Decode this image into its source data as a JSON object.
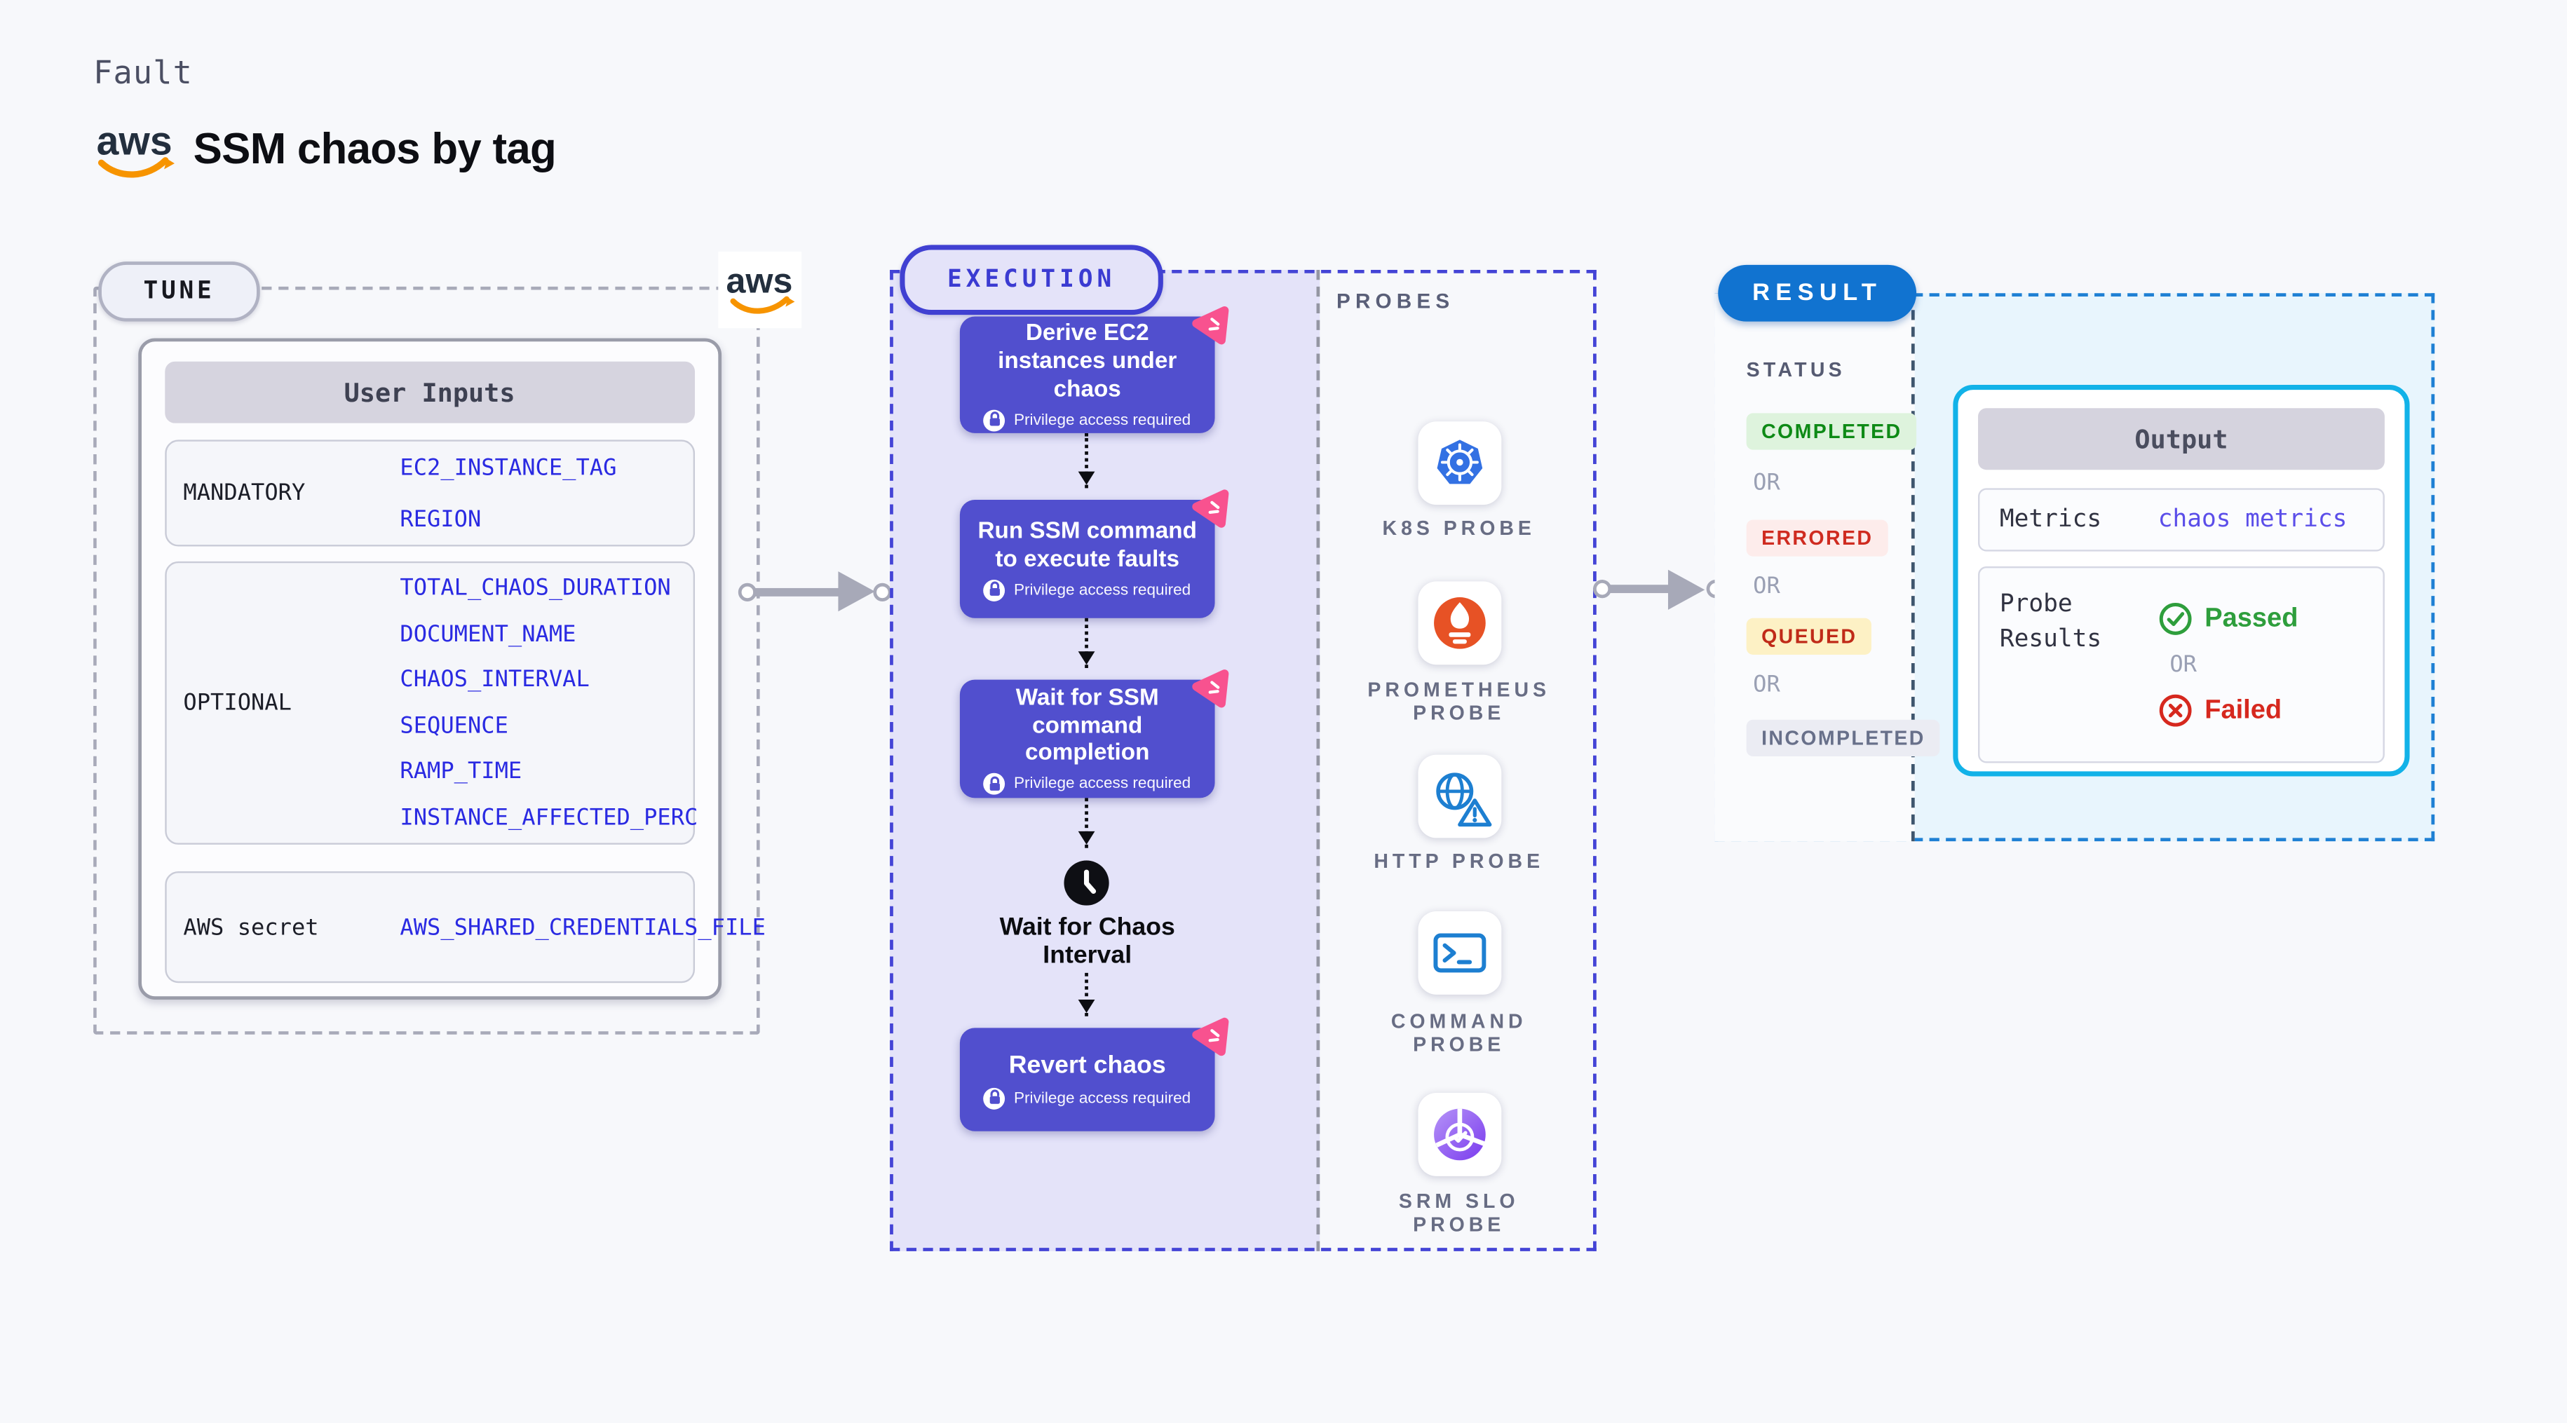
{
  "page": {
    "fault_label": "Fault",
    "title": "SSM chaos by tag"
  },
  "aws_logo": {
    "text": "aws"
  },
  "tune": {
    "label": "TUNE",
    "user_inputs_title": "User Inputs",
    "rows": [
      {
        "label": "MANDATORY",
        "values": [
          "EC2_INSTANCE_TAG",
          "REGION"
        ]
      },
      {
        "label": "OPTIONAL",
        "values": [
          "TOTAL_CHAOS_DURATION",
          "DOCUMENT_NAME",
          "CHAOS_INTERVAL",
          "SEQUENCE",
          "RAMP_TIME",
          "INSTANCE_AFFECTED_PERC"
        ]
      },
      {
        "label": "AWS secret",
        "values": [
          "AWS_SHARED_CREDENTIALS_FILE"
        ]
      }
    ]
  },
  "execution": {
    "label": "EXECUTION",
    "privilege_note": "Privilege access required",
    "steps": [
      "Derive EC2 instances under chaos",
      "Run SSM command to execute faults",
      "Wait for SSM command completion"
    ],
    "wait_step": "Wait for Chaos Interval",
    "revert_step": "Revert chaos"
  },
  "probes": {
    "label": "PROBES",
    "items": [
      {
        "name": "k8s-probe",
        "lines": [
          "K8S PROBE"
        ]
      },
      {
        "name": "prometheus-probe",
        "lines": [
          "PROMETHEUS",
          "PROBE"
        ]
      },
      {
        "name": "http-probe",
        "lines": [
          "HTTP PROBE"
        ]
      },
      {
        "name": "command-probe",
        "lines": [
          "COMMAND",
          "PROBE"
        ]
      },
      {
        "name": "srm-slo-probe",
        "lines": [
          "SRM SLO",
          "PROBE"
        ]
      }
    ]
  },
  "result": {
    "label": "RESULT",
    "status_label": "STATUS",
    "or_label": "OR",
    "statuses": [
      {
        "label": "COMPLETED",
        "fg": "#0e8a16",
        "bg": "#def3dd"
      },
      {
        "label": "ERRORED",
        "fg": "#cf2b20",
        "bg": "#fdeceb"
      },
      {
        "label": "QUEUED",
        "fg": "#c02a18",
        "bg": "#fdf1c5"
      },
      {
        "label": "INCOMPLETED",
        "fg": "#68708a",
        "bg": "#ebecf3"
      }
    ],
    "output": {
      "title": "Output",
      "metrics_label": "Metrics",
      "metrics_value": "chaos metrics",
      "probe_results_label": "Probe Results",
      "passed_label": "Passed",
      "or_label": "OR",
      "failed_label": "Failed"
    }
  },
  "colors": {
    "page_bg": "#f7f8fb",
    "step_box": "#514fce",
    "execution_fill": "#e4e3f9",
    "execution_border": "#4444d6",
    "tune_border": "#a8aab9",
    "result_border": "#1f80d4",
    "result_pill_bg": "#1173d0",
    "output_border": "#12b2e8",
    "value_blue": "#2a2ae2",
    "metrics_value_blue": "#5b4ee9",
    "passed_green": "#2e9e3c",
    "failed_red": "#d6281e",
    "pink_badge": "#f8528f",
    "aws_orange": "#f79400",
    "k8s_blue": "#3371e3",
    "prometheus_orange": "#e75225",
    "http_blue": "#1d7fd1",
    "srm_purple": "#7a3bee"
  }
}
